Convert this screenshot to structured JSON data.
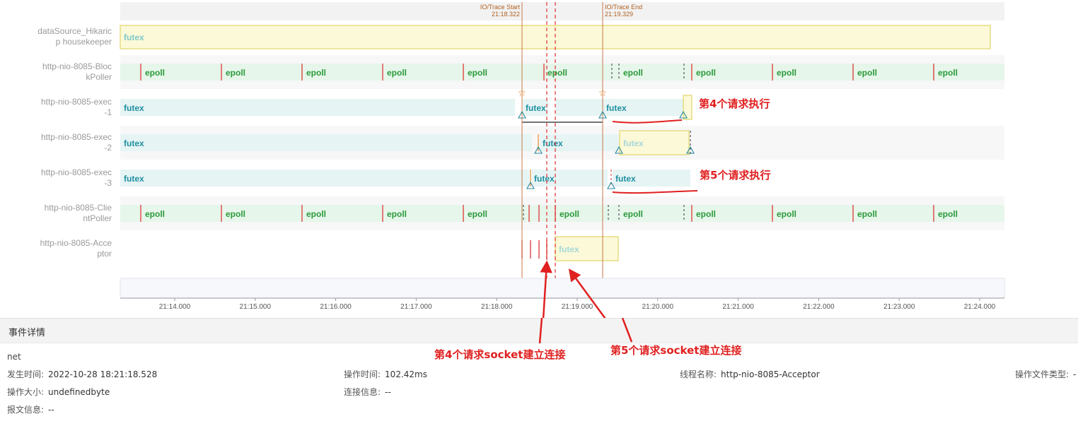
{
  "threads": [
    {
      "name_lines": [
        "dataSource_Hikaric",
        "p housekeeper"
      ]
    },
    {
      "name_lines": [
        "http-nio-8085-Bloc",
        "kPoller"
      ]
    },
    {
      "name_lines": [
        "http-nio-8085-exec",
        "-1"
      ]
    },
    {
      "name_lines": [
        "http-nio-8085-exec",
        "-2"
      ]
    },
    {
      "name_lines": [
        "http-nio-8085-exec",
        "-3"
      ]
    },
    {
      "name_lines": [
        "http-nio-8085-Clie",
        "ntPoller"
      ]
    },
    {
      "name_lines": [
        "http-nio-8085-Acce",
        "ptor"
      ]
    }
  ],
  "trace_markers": {
    "start_label": "IO/Trace Start",
    "start_time": "21:18.322",
    "end_label": "IO/Trace End",
    "end_time": "21:19.329"
  },
  "segment_labels": {
    "futex": "futex",
    "epoll": "epoll"
  },
  "axis_ticks": [
    "21:14.000",
    "21:15.000",
    "21:16.000",
    "21:17.000",
    "21:18.000",
    "21:19.000",
    "21:20.000",
    "21:21.000",
    "21:22.000",
    "21:23.000",
    "21:24.000"
  ],
  "annotations": {
    "req4_exec": "第4个请求执行",
    "req5_exec": "第5个请求执行",
    "req4_socket": "第4个请求socket建立连接",
    "req5_socket": "第5个请求socket建立连接"
  },
  "details": {
    "header": "事件详情",
    "type": "net",
    "occur_time_label": "发生时间:",
    "occur_time": "2022-10-28 18:21:18.528",
    "op_time_label": "操作时间:",
    "op_time": "102.42ms",
    "thread_name_label": "线程名称:",
    "thread_name": "http-nio-8085-Acceptor",
    "file_type_label": "操作文件类型:",
    "file_type": "-",
    "op_size_label": "操作大小:",
    "op_size": "undefinedbyte",
    "conn_info_label": "连接信息:",
    "conn_info": "--",
    "msg_info_label": "报文信息:",
    "msg_info": "--"
  },
  "colors": {
    "futex_fill": "#e6f4f4",
    "epoll_fill": "#e6f6ea",
    "highlight_fill": "#fbf9d8",
    "highlight_border": "#e2d56a",
    "tick_red": "#e05050",
    "trace_line": "#c8784a",
    "annotation_red": "#e02020"
  }
}
